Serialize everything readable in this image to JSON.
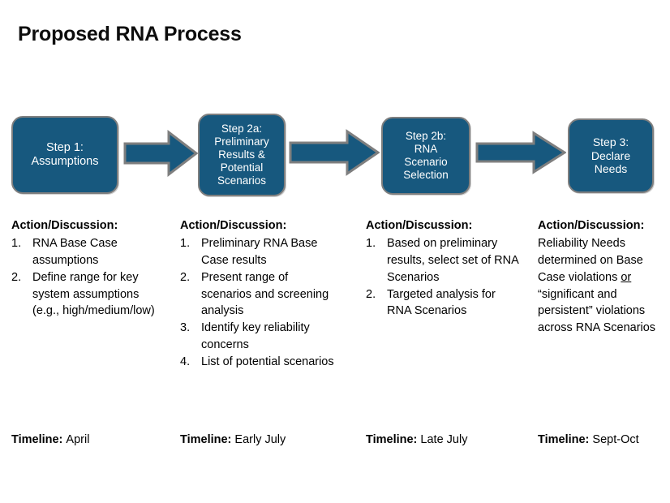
{
  "slide": {
    "title": "Proposed RNA Process",
    "accent_color": "#17587E",
    "border_color": "#7F7F7F",
    "box_text_color": "#FFFFFF",
    "background_color": "#FFFFFF"
  },
  "flow": {
    "boxes": [
      {
        "id": "step-1",
        "text": "Step 1:\nAssumptions"
      },
      {
        "id": "step-2a",
        "text": "Step 2a:\nPreliminary\nResults &\nPotential\nScenarios"
      },
      {
        "id": "step-2b",
        "text": "Step 2b:\nRNA\nScenario\nSelection"
      },
      {
        "id": "step-3",
        "text": "Step 3:\nDeclare\nNeeds"
      }
    ],
    "arrows": [
      {
        "id": "arrow-1",
        "direction": "right"
      },
      {
        "id": "arrow-2",
        "direction": "right"
      },
      {
        "id": "arrow-3",
        "direction": "right"
      }
    ]
  },
  "columns": [
    {
      "heading": "Action/Discussion:",
      "type": "numbered-list",
      "items": [
        {
          "num": "1.",
          "text": "RNA Base Case assumptions"
        },
        {
          "num": "2.",
          "text": "Define range for key system assumptions (e.g., high/medium/low)"
        }
      ],
      "timeline_label": "Timeline:",
      "timeline_value": "April"
    },
    {
      "heading": "Action/Discussion:",
      "type": "numbered-list",
      "items": [
        {
          "num": "1.",
          "text": "Preliminary RNA Base Case results"
        },
        {
          "num": "2.",
          "text": "Present range of scenarios and screening analysis"
        },
        {
          "num": "3.",
          "text": "Identify key reliability concerns"
        },
        {
          "num": "4.",
          "text": "List of potential scenarios"
        }
      ],
      "timeline_label": "Timeline:",
      "timeline_value": "Early July"
    },
    {
      "heading": "Action/Discussion:",
      "type": "numbered-list",
      "items": [
        {
          "num": "1.",
          "text": "Based on preliminary results, select set of RNA Scenarios"
        },
        {
          "num": "2.",
          "text": "Targeted analysis for RNA Scenarios"
        }
      ],
      "timeline_label": "Timeline:",
      "timeline_value": "Late July"
    },
    {
      "heading": "Action/Discussion:",
      "type": "paragraph",
      "paragraph_parts": {
        "before": "Reliability Needs determined on Base Case violations ",
        "underlined": "or",
        "after": " “significant and persistent” violations across RNA Scenarios"
      },
      "timeline_label": "Timeline:",
      "timeline_value": "Sept-Oct"
    }
  ]
}
